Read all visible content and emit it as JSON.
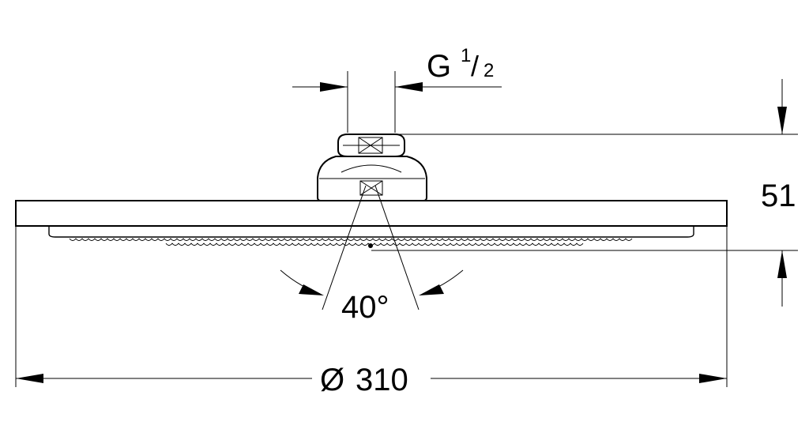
{
  "drawing": {
    "thread_label_main": "G",
    "thread_label_numerator": "1",
    "thread_label_slash": "/",
    "thread_label_denominator": "2",
    "height_label": "51",
    "angle_label": "40°",
    "diameter_symbol": "Ø",
    "diameter_value": "310"
  },
  "colors": {
    "line": "#000000",
    "background": "#ffffff"
  }
}
